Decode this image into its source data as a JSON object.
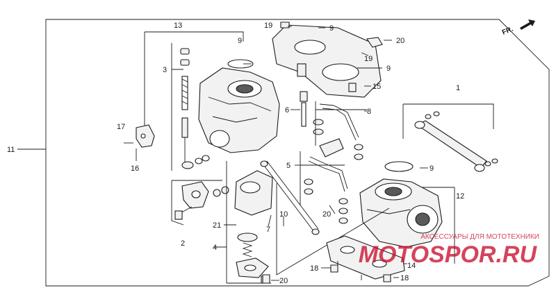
{
  "diagram": {
    "direction_label": "FR.",
    "watermark": {
      "line1": "АКСЕССУАРЫ ДЛЯ МОТОТЕХНИКИ",
      "brand": "MOTOSPOR.RU",
      "color": "#c8102e"
    },
    "callouts": [
      {
        "id": "c1",
        "text": "1"
      },
      {
        "id": "c2",
        "text": "2"
      },
      {
        "id": "c3",
        "text": "3"
      },
      {
        "id": "c4",
        "text": "4"
      },
      {
        "id": "c5",
        "text": "5"
      },
      {
        "id": "c6",
        "text": "6"
      },
      {
        "id": "c7",
        "text": "7"
      },
      {
        "id": "c8",
        "text": "8"
      },
      {
        "id": "c9a",
        "text": "9"
      },
      {
        "id": "c9b",
        "text": "9"
      },
      {
        "id": "c9c",
        "text": "9"
      },
      {
        "id": "c9d",
        "text": "9"
      },
      {
        "id": "c10",
        "text": "10"
      },
      {
        "id": "c11",
        "text": "11"
      },
      {
        "id": "c12",
        "text": "12"
      },
      {
        "id": "c13",
        "text": "13"
      },
      {
        "id": "c14",
        "text": "14"
      },
      {
        "id": "c15",
        "text": "15"
      },
      {
        "id": "c16",
        "text": "16"
      },
      {
        "id": "c17",
        "text": "17"
      },
      {
        "id": "c18a",
        "text": "18"
      },
      {
        "id": "c18b",
        "text": "18"
      },
      {
        "id": "c19a",
        "text": "19"
      },
      {
        "id": "c19b",
        "text": "19"
      },
      {
        "id": "c20a",
        "text": "20"
      },
      {
        "id": "c20b",
        "text": "20"
      },
      {
        "id": "c20c",
        "text": "20"
      },
      {
        "id": "c21",
        "text": "21"
      }
    ]
  }
}
